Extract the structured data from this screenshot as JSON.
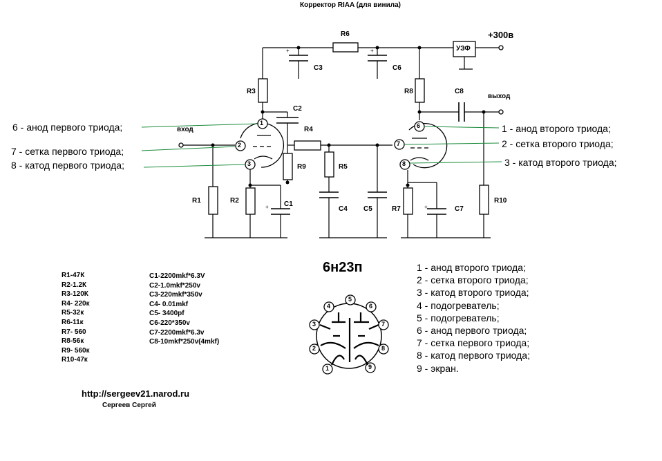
{
  "title": "Корректор RIAA (для винила)",
  "supply": "+300в",
  "input_label": "вход",
  "output_label": "выход",
  "uzf": "УЗФ",
  "tube_name": "6н23п",
  "components": {
    "R1": "R1",
    "R2": "R2",
    "R3": "R3",
    "R4": "R4",
    "R5": "R5",
    "R6": "R6",
    "R7": "R7",
    "R8": "R8",
    "R9": "R9",
    "R10": "R10",
    "C1": "C1",
    "C2": "C2",
    "C3": "C3",
    "C4": "C4",
    "C5": "C5",
    "C6": "C6",
    "C7": "C7",
    "C8": "C8"
  },
  "pins_left": [
    "6 - анод первого триода;",
    "7 - сетка первого триода;",
    "8 - катод первого триода;"
  ],
  "pins_right": [
    "1 - анод второго триода;",
    "2 - сетка второго триода;",
    "3 - катод второго триода;"
  ],
  "tube_pin_numbers_left": [
    "1",
    "2",
    "3"
  ],
  "tube_pin_numbers_right": [
    "6",
    "7",
    "8"
  ],
  "resistors": [
    "R1-47К",
    "R2-1.2К",
    "R3-120К",
    "R4- 220к",
    "R5-32к",
    "R6-11к",
    "R7- 560",
    "R8-56к",
    "R9- 560к",
    "R10-47к"
  ],
  "capacitors": [
    "C1-2200mkf*6.3V",
    "C2-1.0mkf*250v",
    "C3-220mkf*350v",
    "C4- 0.01mkf",
    "C5- 3400pf",
    "C6-220*350v",
    "C7-2200mkf*6.3v",
    "C8-10mkf*250v(4mkf)"
  ],
  "pinout": [
    "1 - анод второго триода;",
    "2 - сетка второго триода;",
    "3 - катод второго триода;",
    "4 - подогреватель;",
    "5 - подогреватель;",
    "6 - анод первого триода;",
    "7 - сетка первого триода;",
    "8 - катод первого триода;",
    "9 - экран."
  ],
  "socket_pins": [
    "1",
    "2",
    "3",
    "4",
    "5",
    "6",
    "7",
    "8",
    "9"
  ],
  "url": "http://sergeev21.narod.ru",
  "author": "Сергеев Сергей"
}
